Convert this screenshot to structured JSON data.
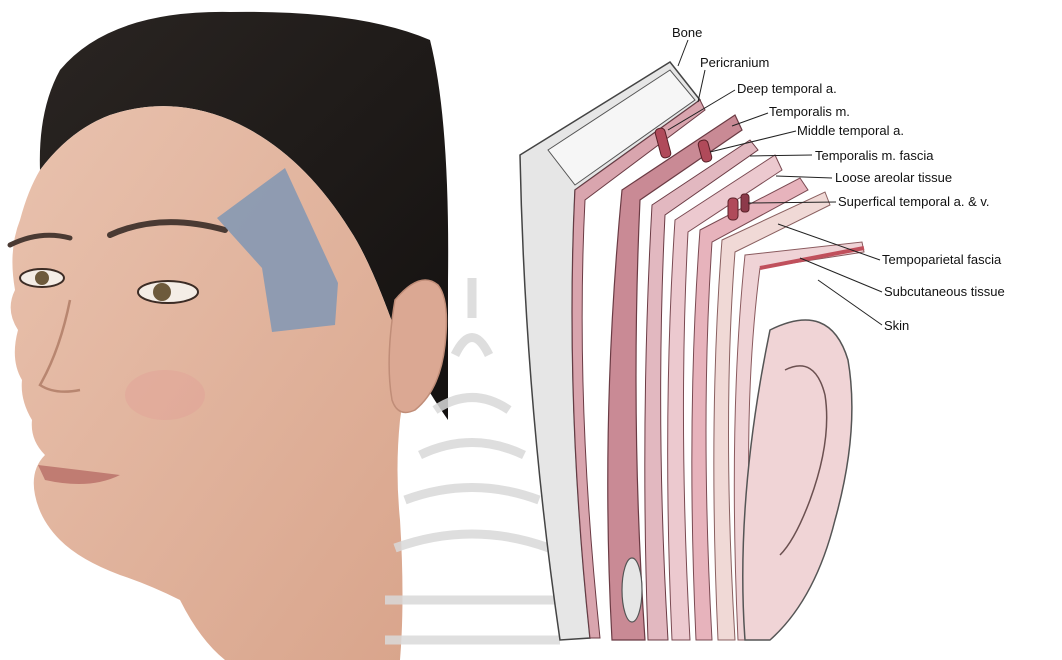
{
  "photo": {
    "subject": "face-photo",
    "highlight_color": "#8a9ab2"
  },
  "watermark": {
    "kind": "university-seal",
    "color": "#d9d9d9"
  },
  "diagram": {
    "labels": [
      {
        "id": "bone",
        "text": "Bone"
      },
      {
        "id": "pericranium",
        "text": "Pericranium"
      },
      {
        "id": "deep-temporal-a",
        "text": "Deep temporal a."
      },
      {
        "id": "temporalis-m",
        "text": "Temporalis m."
      },
      {
        "id": "middle-temporal-a",
        "text": "Middle temporal a."
      },
      {
        "id": "temporalis-m-fascia",
        "text": "Temporalis m. fascia"
      },
      {
        "id": "loose-areolar-tissue",
        "text": "Loose areolar tissue"
      },
      {
        "id": "superficial-temporal-a-v",
        "text": "Superfical temporal a. & v."
      },
      {
        "id": "temporoparietal-fascia",
        "text": "Tempoparietal fascia"
      },
      {
        "id": "subcutaneous-tissue",
        "text": "Subcutaneous tissue"
      },
      {
        "id": "skin",
        "text": "Skin"
      }
    ],
    "colors": {
      "bone": "#e6e6e6",
      "muscle": "#c98a95",
      "fascia": "#e2b8c0",
      "skin": "#efd3d6",
      "artery": "#b04a5a"
    }
  }
}
